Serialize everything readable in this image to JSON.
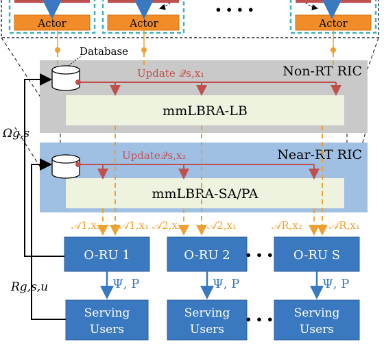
{
  "top": {
    "actor_label": "Actor",
    "ellipsis": "• • • •",
    "database_label": "Database"
  },
  "non_rt": {
    "title": "Non-RT RIC",
    "update_label": "Update 𝒬s,x₁",
    "module_label": "mmLBRA-LB"
  },
  "near_rt": {
    "title": "Near-RT RIC",
    "update_label": "Update𝒬s,x₂",
    "module_label": "mmLBRA-SA/PA"
  },
  "side_labels": {
    "omega": "Ωg,s",
    "r": "Rg,s,u"
  },
  "action_labels": [
    "𝒜1,x₂",
    "𝒜1,x₁",
    "𝒜2,x₂",
    "𝒜2,x₁",
    "𝒜R,x₂",
    "𝒜R,x₁"
  ],
  "orus": [
    "O-RU 1",
    "O-RU 2",
    "O-RU S"
  ],
  "psi_p": "Ψ, P",
  "serving": {
    "line1": "Serving",
    "line2": "Users"
  },
  "dots": "• • •",
  "colors": {
    "red": "#c0504d",
    "orange": "#f0a030",
    "blue": "#3a78c0",
    "gray_band": "#c9c9c9",
    "light_blue_band": "#9fbfe3",
    "module_fill": "#eef3e0",
    "cyan_dash": "#3fb0c0"
  }
}
